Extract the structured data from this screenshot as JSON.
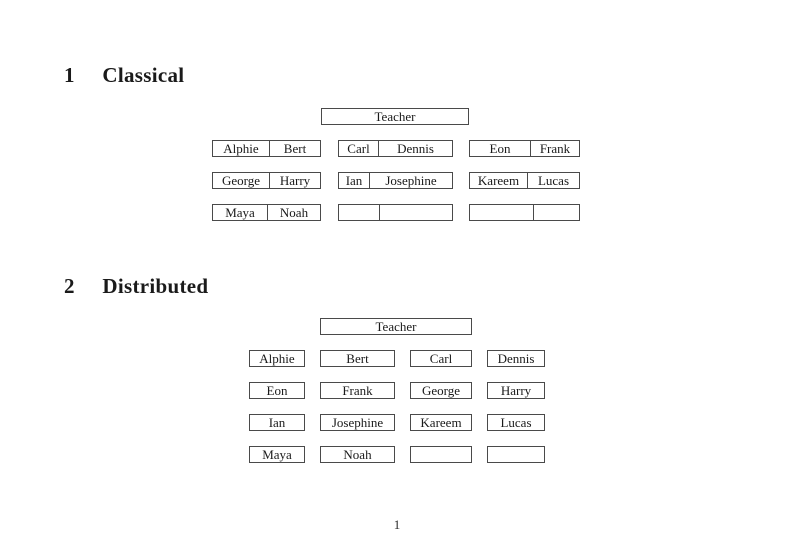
{
  "sections": [
    {
      "number": "1",
      "title": "Classical"
    },
    {
      "number": "2",
      "title": "Distributed"
    }
  ],
  "classical": {
    "teacher": "Teacher",
    "rows": [
      [
        [
          "Alphie",
          "Bert"
        ],
        [
          "Carl",
          "Dennis"
        ],
        [
          "Eon",
          "Frank"
        ]
      ],
      [
        [
          "George",
          "Harry"
        ],
        [
          "Ian",
          "Josephine"
        ],
        [
          "Kareem",
          "Lucas"
        ]
      ],
      [
        [
          "Maya",
          "Noah"
        ],
        [
          "",
          ""
        ],
        [
          "",
          ""
        ]
      ]
    ]
  },
  "distributed": {
    "teacher": "Teacher",
    "rows": [
      [
        "Alphie",
        "Bert",
        "Carl",
        "Dennis"
      ],
      [
        "Eon",
        "Frank",
        "George",
        "Harry"
      ],
      [
        "Ian",
        "Josephine",
        "Kareem",
        "Lucas"
      ],
      [
        "Maya",
        "Noah",
        "",
        ""
      ]
    ]
  },
  "page": {
    "number": "1"
  },
  "colors": {
    "background": "#ffffff",
    "border": "#4a4a4a",
    "text": "#1a1a1a"
  }
}
